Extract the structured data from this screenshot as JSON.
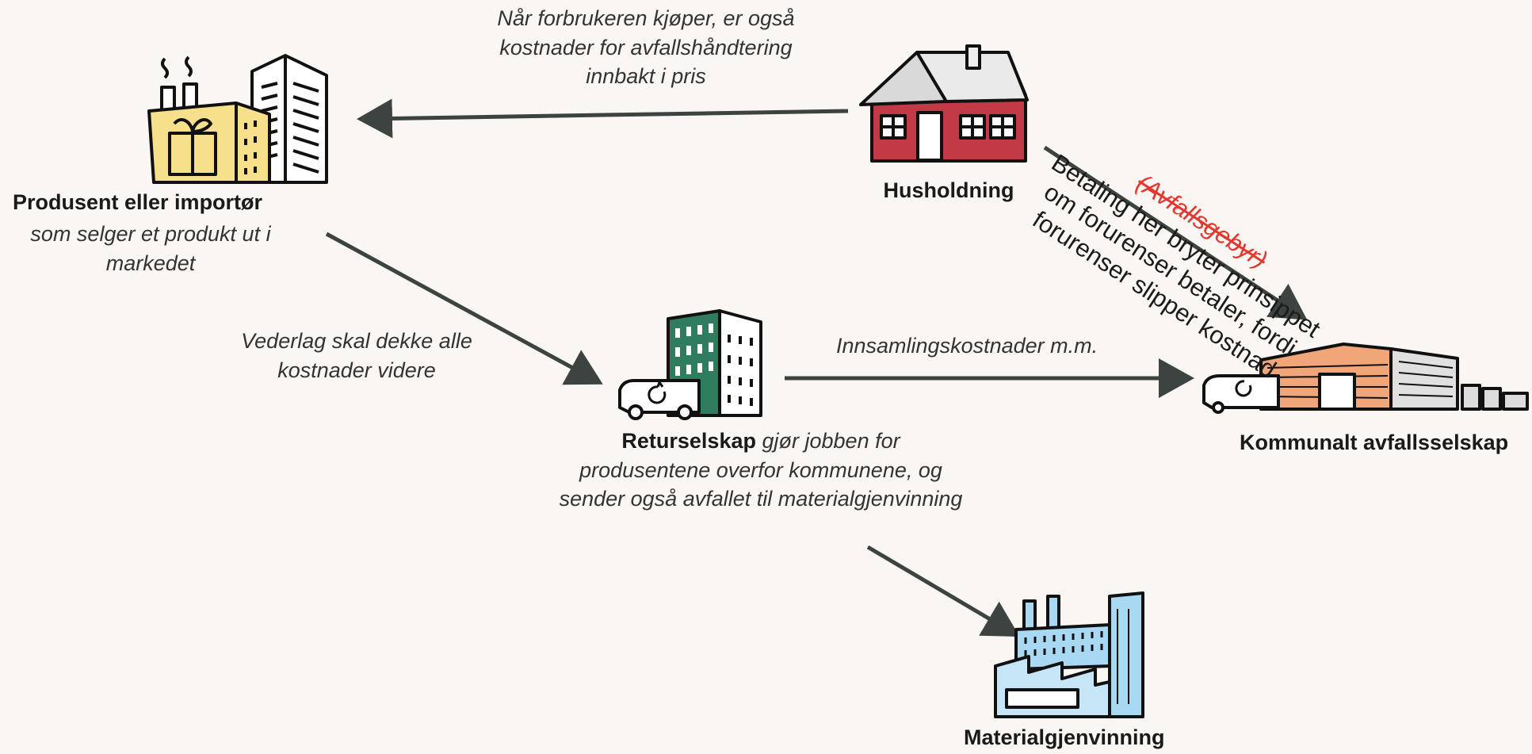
{
  "nodes": {
    "producer": {
      "title": "Produsent eller importør",
      "desc": "som selger et produkt ut i markedet"
    },
    "household": {
      "title": "Husholdning"
    },
    "return_company": {
      "title": "Returselskap",
      "desc": "gjør jobben for produsentene overfor kommunene, og sender også avfallet til materialgjenvinning"
    },
    "municipal": {
      "title": "Kommunalt avfallsselskap"
    },
    "recycling": {
      "title": "Materialgjenvinning"
    }
  },
  "edges": {
    "household_to_producer": "Når forbrukeren kjøper, er også kostnader for avfallshåndtering innbakt i pris",
    "producer_to_return": "Vederlag skal dekke alle kostnader videre",
    "return_to_municipal": "Innsamlingskostnader m.m.",
    "household_to_municipal_struck": "(Avfallsgebyr)",
    "household_to_municipal_note": "Betaling her bryter prinsippet om forurenser betaler, fordi forurenser slipper kostnad"
  },
  "colors": {
    "background": "#faf6f3",
    "arrow": "#3c4340",
    "house": "#c23a46",
    "factory_yellow": "#f7e08c",
    "office_green": "#2f7d5e",
    "warehouse_orange": "#f0a678",
    "recycling_blue": "#a9d8f2",
    "strike_red": "#e03a30"
  }
}
